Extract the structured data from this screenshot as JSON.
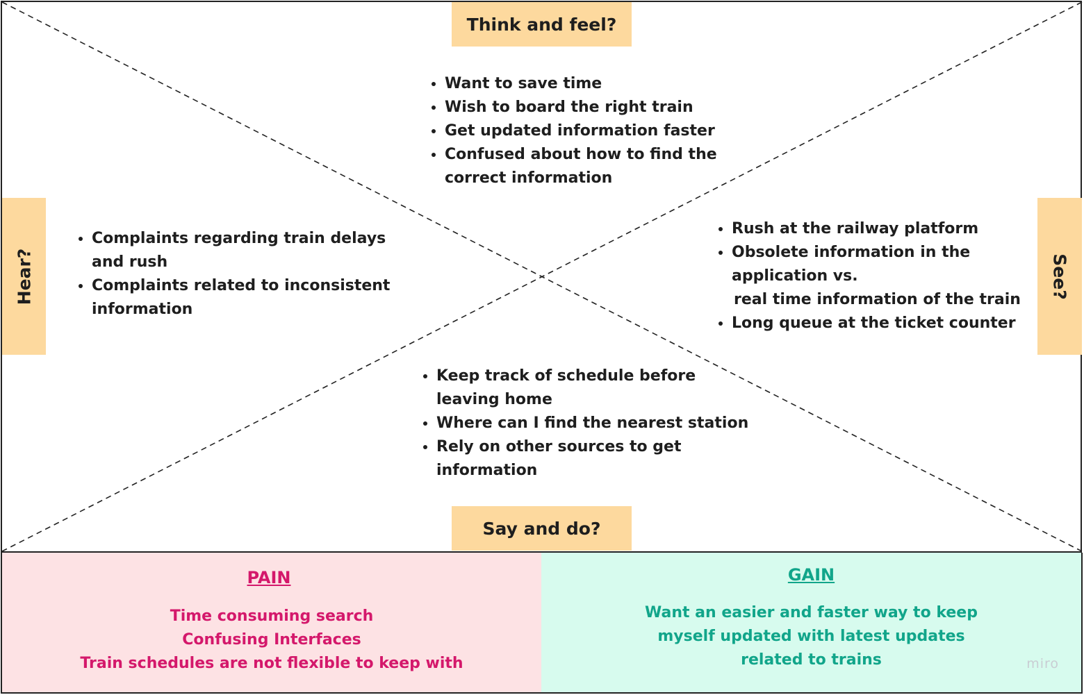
{
  "empathy_map": {
    "think_and_feel": {
      "label": "Think and feel?",
      "items": [
        "Want to save time",
        "Wish to board the right train",
        "Get updated information faster",
        "Confused about how to find the correct information"
      ]
    },
    "hear": {
      "label": "Hear?",
      "items": [
        "Complaints regarding train delays and rush",
        "Complaints related to inconsistent information"
      ]
    },
    "see": {
      "label": "See?",
      "items": [
        "Rush at the railway platform",
        "Obsolete information in the application vs.",
        "real time information of the train",
        "Long queue at the ticket counter"
      ]
    },
    "say_and_do": {
      "label": "Say and do?",
      "items": [
        "Keep track of schedule before leaving home",
        "Where can I find the nearest station",
        "Rely on other sources to get information"
      ]
    }
  },
  "pain": {
    "title": "PAIN",
    "lines": [
      "Time consuming search",
      "Confusing Interfaces",
      "Train schedules are not flexible to keep with"
    ]
  },
  "gain": {
    "title": "GAIN",
    "lines": [
      "Want an easier and faster way to keep",
      "myself updated with latest updates",
      "related to trains"
    ]
  },
  "watermark": "miro",
  "colors": {
    "label_background": "#fdd99e",
    "pain_background": "#fde2e4",
    "pain_text": "#d4186b",
    "gain_background": "#d7fbee",
    "gain_text": "#11a58a"
  }
}
